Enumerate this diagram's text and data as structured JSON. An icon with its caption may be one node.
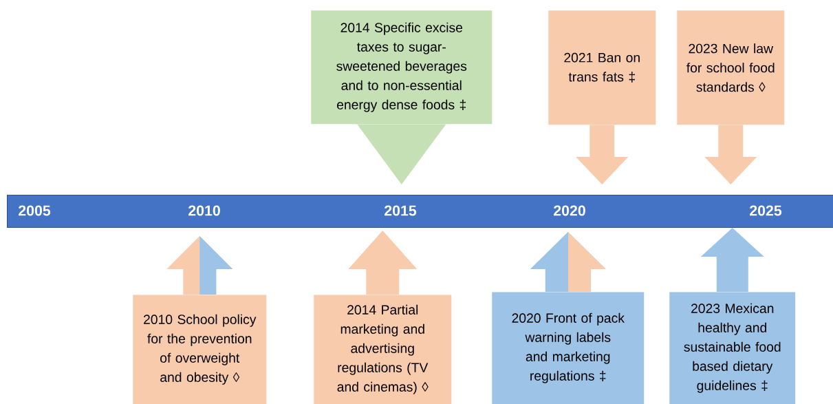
{
  "diagram": {
    "nodes": [
      {
        "text": [
          "2014 Specific excise taxes to sugar-sweetened beverages and to non-essential energy dense foods ‡"
        ]
      },
      {
        "text": [
          "2021 Ban on trans fats ‡"
        ]
      },
      {
        "text": [
          "2023 New law for school food standards ◊"
        ]
      },
      {
        "text": [
          "2005",
          "2010",
          "2015",
          "2020",
          "2025"
        ]
      },
      {
        "text": [
          "2010 School policy for the prevention of overweight and obesity ◊"
        ]
      },
      {
        "text": [
          "2014 Partial marketing and advertising regulations (TV and cinemas) ◊"
        ]
      },
      {
        "text": [
          "2020 Front of pack warning labels and marketing regulations ‡"
        ]
      },
      {
        "text": [
          "2023 Mexican healthy and sustainable food based dietary guidelines ‡"
        ]
      }
    ],
    "edges": [
      {
        "from": 0,
        "to": 3,
        "arrow": "to",
        "color": "#c5e0b4"
      },
      {
        "from": 1,
        "to": 3,
        "arrow": "to"
      },
      {
        "from": 2,
        "to": 3,
        "arrow": "to"
      },
      {
        "from": 4,
        "to": 3,
        "arrow": "to"
      },
      {
        "from": 5,
        "to": 3,
        "arrow": "to"
      },
      {
        "from": 6,
        "to": 3,
        "arrow": "to",
        "color": "#9dc3e6"
      },
      {
        "from": 7,
        "to": 3,
        "arrow": "to",
        "color": "#9dc3e6"
      }
    ]
  }
}
